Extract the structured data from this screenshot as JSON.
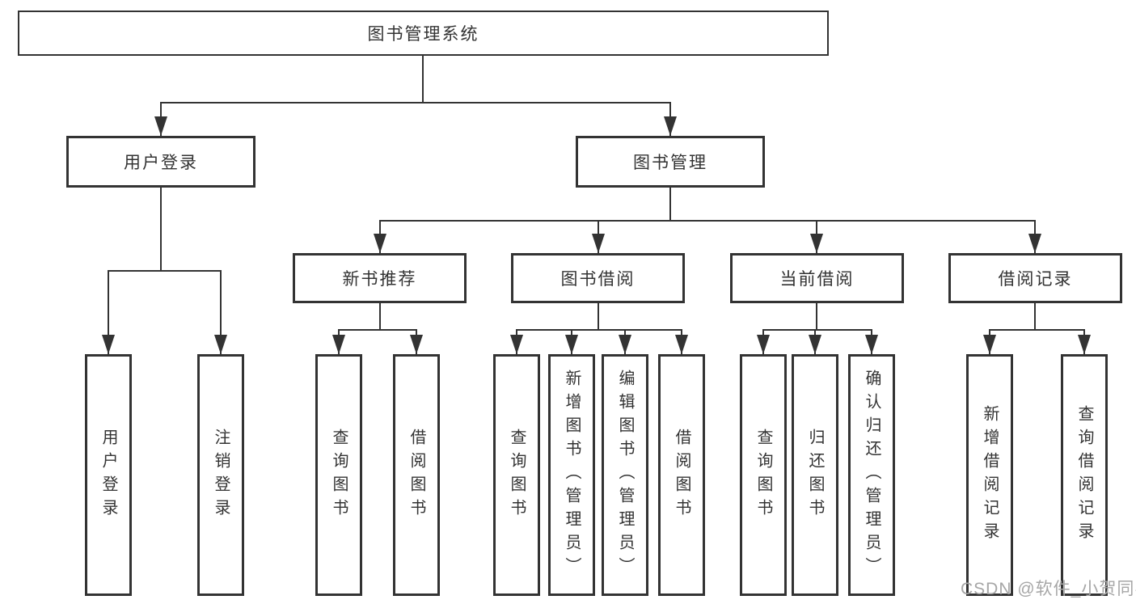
{
  "diagram": {
    "title": "图书管理系统",
    "nodes": {
      "root": {
        "label": "图书管理系统"
      },
      "level2": [
        {
          "label": "用户登录"
        },
        {
          "label": "图书管理"
        }
      ],
      "level3": [
        {
          "label": "新书推荐"
        },
        {
          "label": "图书借阅"
        },
        {
          "label": "当前借阅"
        },
        {
          "label": "借阅记录"
        }
      ],
      "leaves": {
        "user_login": [
          "用户登录",
          "注销登录"
        ],
        "new_books": [
          "查询图书",
          "借阅图书"
        ],
        "book_borrow": [
          "查询图书",
          "新增图书（管理员）",
          "编辑图书（管理员）",
          "借阅图书"
        ],
        "current_borrow": [
          "查询图书",
          "归还图书",
          "确认归还（管理员）"
        ],
        "borrow_records": [
          "新增借阅记录",
          "查询借阅记录"
        ]
      }
    },
    "watermark": "CSDN @软件_小贺同学",
    "colors": {
      "line": "#333333",
      "text": "#333333",
      "box_fill": "#ffffff",
      "background": "#ffffff",
      "watermark": "#a6a6a6"
    }
  }
}
